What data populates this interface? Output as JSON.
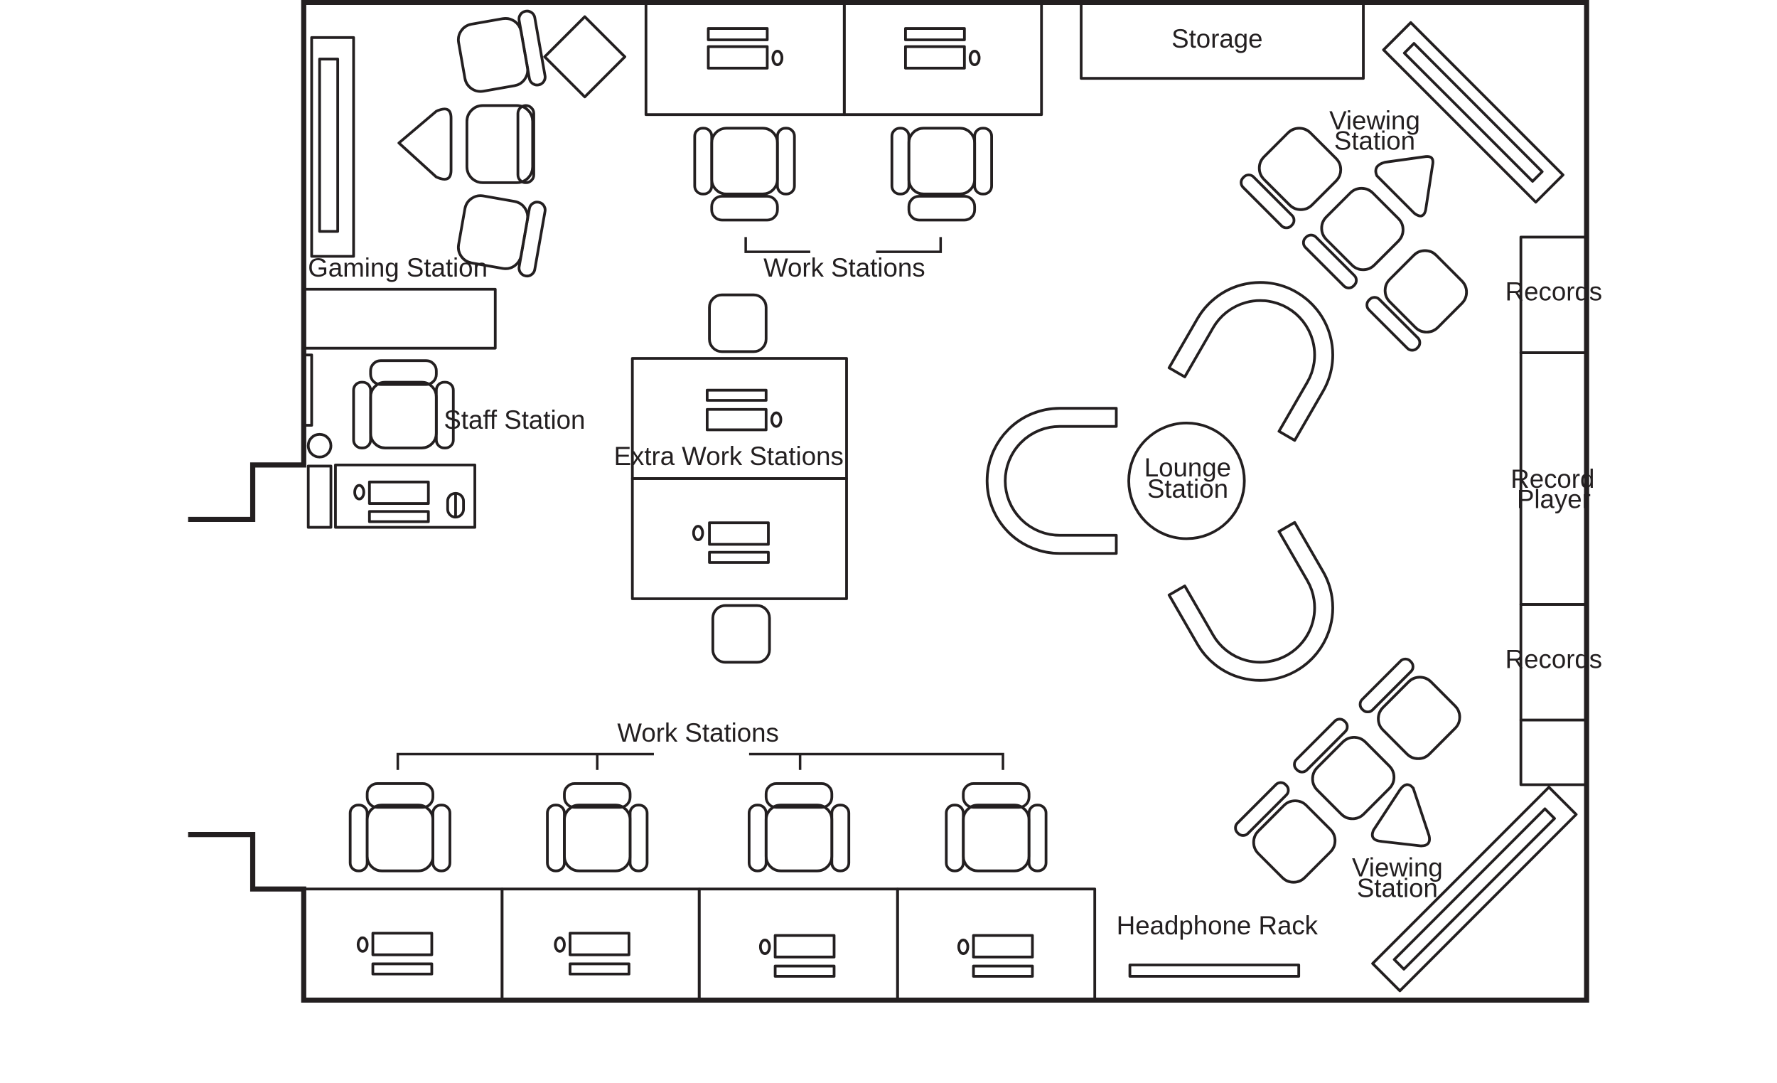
{
  "labels": {
    "storage": "Storage",
    "gaming_station": "Gaming Station",
    "work_stations_top": "Work Stations",
    "viewing_station_top": [
      "Viewing",
      "Station"
    ],
    "records_top": "Records",
    "staff_station": "Staff Station",
    "extra_work_stations": "Extra Work Stations",
    "lounge_station": [
      "Lounge",
      "Station"
    ],
    "record_player": [
      "Record",
      "Player"
    ],
    "records_bottom": "Records",
    "work_stations_bottom": "Work Stations",
    "viewing_station_bottom": [
      "Viewing",
      "Station"
    ],
    "headphone_rack": "Headphone Rack"
  },
  "colors": {
    "line": "#231f20",
    "background": "#ffffff"
  }
}
